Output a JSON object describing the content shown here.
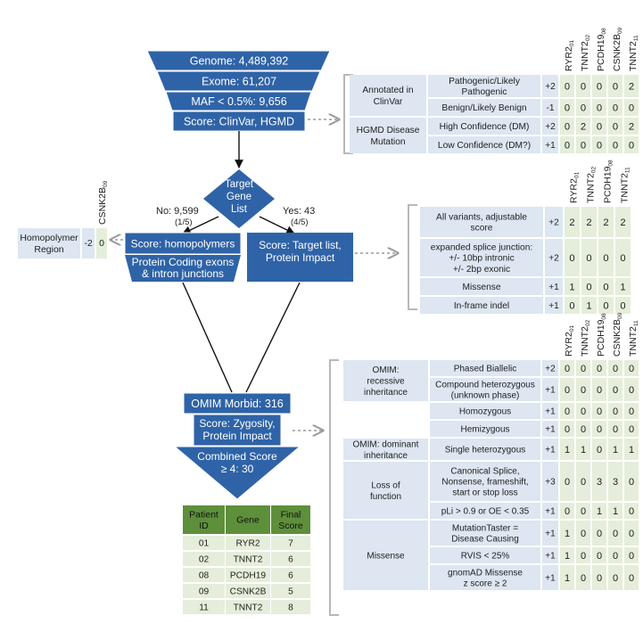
{
  "funnel": {
    "genome": "Genome: 4,489,392",
    "exome": "Exome: 61,207",
    "maf": "MAF < 0.5%: 9,656",
    "score": "Score: ClinVar, HGMD"
  },
  "decision": {
    "line1": "Target",
    "line2": "Gene",
    "line3": "List"
  },
  "branch_no": {
    "count": "No: 9,599",
    "ratio": "(1/5)"
  },
  "branch_yes": {
    "count": "Yes: 43",
    "ratio": "(4/5)"
  },
  "left_box": {
    "line1": "Score: homopolymers",
    "line2": "Protein Coding exons",
    "line3": "& intron junctions"
  },
  "right_box": {
    "line1": "Score: Target list,",
    "line2": "Protein Impact"
  },
  "homopolymer": {
    "label1": "Homopolymer",
    "label2": "Region",
    "score": "-2",
    "value": "0",
    "gene": "CSNK2B",
    "gene_sub": "09"
  },
  "omim_funnel": {
    "top": "OMIM Morbid: 316",
    "mid1": "Score: Zygosity,",
    "mid2": "Protein Impact",
    "bot1": "Combined Score",
    "bot2": "≥ 4: 30"
  },
  "table1": {
    "genes": [
      {
        "name": "RYR2",
        "sub": "01"
      },
      {
        "name": "TNNT2",
        "sub": "02"
      },
      {
        "name": "PCDH19",
        "sub": "08"
      },
      {
        "name": "CSNK2B",
        "sub": "09"
      },
      {
        "name": "TNNT2",
        "sub": "11"
      }
    ],
    "groups": [
      {
        "label": [
          "Annotated in",
          "ClinVar"
        ],
        "rows": [
          0,
          1
        ]
      },
      {
        "label": [
          "HGMD Disease",
          "Mutation"
        ],
        "rows": [
          2,
          3
        ]
      }
    ],
    "rows": [
      {
        "criteria": [
          "Pathogenic/Likely",
          "Pathogenic"
        ],
        "score": "+2",
        "values": [
          "0",
          "0",
          "0",
          "0",
          "2"
        ]
      },
      {
        "criteria": [
          "Benign/Likely Benign"
        ],
        "score": "-1",
        "values": [
          "0",
          "0",
          "0",
          "0",
          "0"
        ]
      },
      {
        "criteria": [
          "High Confidence (DM)"
        ],
        "score": "+2",
        "values": [
          "0",
          "2",
          "0",
          "0",
          "2"
        ]
      },
      {
        "criteria": [
          "Low Confidence (DM?)"
        ],
        "score": "+1",
        "values": [
          "0",
          "0",
          "0",
          "0",
          "0"
        ]
      }
    ]
  },
  "table2": {
    "genes": [
      {
        "name": "RYR2",
        "sub": "01"
      },
      {
        "name": "TNNT2",
        "sub": "02"
      },
      {
        "name": "PCDH19",
        "sub": "08"
      },
      {
        "name": "TNNT2",
        "sub": "11"
      }
    ],
    "rows": [
      {
        "criteria": [
          "All variants, adjustable",
          "score"
        ],
        "score": "+2",
        "values": [
          "2",
          "2",
          "2",
          "2"
        ]
      },
      {
        "criteria": [
          "expanded splice junction:",
          "+/- 10bp intronic",
          "+/- 2bp exonic"
        ],
        "score": "+2",
        "values": [
          "0",
          "0",
          "0",
          "0"
        ]
      },
      {
        "criteria": [
          "Missense"
        ],
        "score": "+1",
        "values": [
          "1",
          "0",
          "0",
          "1"
        ]
      },
      {
        "criteria": [
          "In-frame indel"
        ],
        "score": "+1",
        "values": [
          "0",
          "1",
          "0",
          "0"
        ]
      }
    ]
  },
  "table3": {
    "genes": [
      {
        "name": "RYR2",
        "sub": "01"
      },
      {
        "name": "TNNT2",
        "sub": "02"
      },
      {
        "name": "PCDH19",
        "sub": "08"
      },
      {
        "name": "CSNK2B",
        "sub": "09"
      },
      {
        "name": "TNNT2",
        "sub": "11"
      }
    ],
    "groups": [
      {
        "label": [
          "OMIM:",
          "recessive",
          "inheritance"
        ],
        "rows": [
          0,
          1,
          2,
          3
        ]
      },
      {
        "label": [
          "OMIM: dominant",
          "inheritance"
        ],
        "rows": [
          4,
          4
        ]
      },
      {
        "label": [
          "Loss of",
          "function"
        ],
        "rows": [
          5,
          6
        ]
      },
      {
        "label": [
          "Missense"
        ],
        "rows": [
          7,
          9
        ]
      }
    ],
    "rows": [
      {
        "criteria": [
          "Phased Biallelic"
        ],
        "score": "+2",
        "values": [
          "0",
          "0",
          "0",
          "0",
          "0"
        ]
      },
      {
        "criteria": [
          "Compound heterozygous",
          "(unknown phase)"
        ],
        "score": "+1",
        "values": [
          "0",
          "0",
          "0",
          "0",
          "0"
        ]
      },
      {
        "criteria": [
          "Homozygous"
        ],
        "score": "+1",
        "values": [
          "0",
          "0",
          "0",
          "0",
          "0"
        ]
      },
      {
        "criteria": [
          "Hemizygous"
        ],
        "score": "+1",
        "values": [
          "0",
          "0",
          "0",
          "0",
          "0"
        ]
      },
      {
        "criteria": [
          "Single heterozygous"
        ],
        "score": "+1",
        "values": [
          "1",
          "1",
          "0",
          "1",
          "1"
        ]
      },
      {
        "criteria": [
          "Canonical Splice,",
          "Nonsense, frameshift,",
          "start or stop loss"
        ],
        "score": "+3",
        "values": [
          "0",
          "0",
          "3",
          "3",
          "0"
        ]
      },
      {
        "criteria": [
          "pLi > 0.9 or OE < 0.35"
        ],
        "score": "+1",
        "values": [
          "0",
          "0",
          "1",
          "1",
          "0"
        ]
      },
      {
        "criteria": [
          "MutationTaster =",
          "Disease Causing"
        ],
        "score": "+1",
        "values": [
          "1",
          "0",
          "0",
          "0",
          "0"
        ]
      },
      {
        "criteria": [
          "RVIS < 25%"
        ],
        "score": "+1",
        "values": [
          "1",
          "0",
          "0",
          "0",
          "0"
        ]
      },
      {
        "criteria": [
          "gnomAD Missense",
          "z score ≥ 2"
        ],
        "score": "+1",
        "values": [
          "1",
          "0",
          "0",
          "0",
          "0"
        ]
      }
    ]
  },
  "patient_table": {
    "headers": [
      [
        "Patient",
        "ID"
      ],
      [
        "Gene"
      ],
      [
        "Final",
        "Score"
      ]
    ],
    "rows": [
      [
        "01",
        "RYR2",
        "7"
      ],
      [
        "02",
        "TNNT2",
        "6"
      ],
      [
        "08",
        "PCDH19",
        "6"
      ],
      [
        "09",
        "CSNK2B",
        "5"
      ],
      [
        "11",
        "TNNT2",
        "8"
      ]
    ]
  },
  "colors": {
    "blue": "#2f63a7",
    "blue_dark": "#1f4a85",
    "light_blue": "#dde6f1",
    "light_green": "#e4eeda",
    "green_header": "#5e8f3b",
    "bracket": "#b8b8b8"
  }
}
